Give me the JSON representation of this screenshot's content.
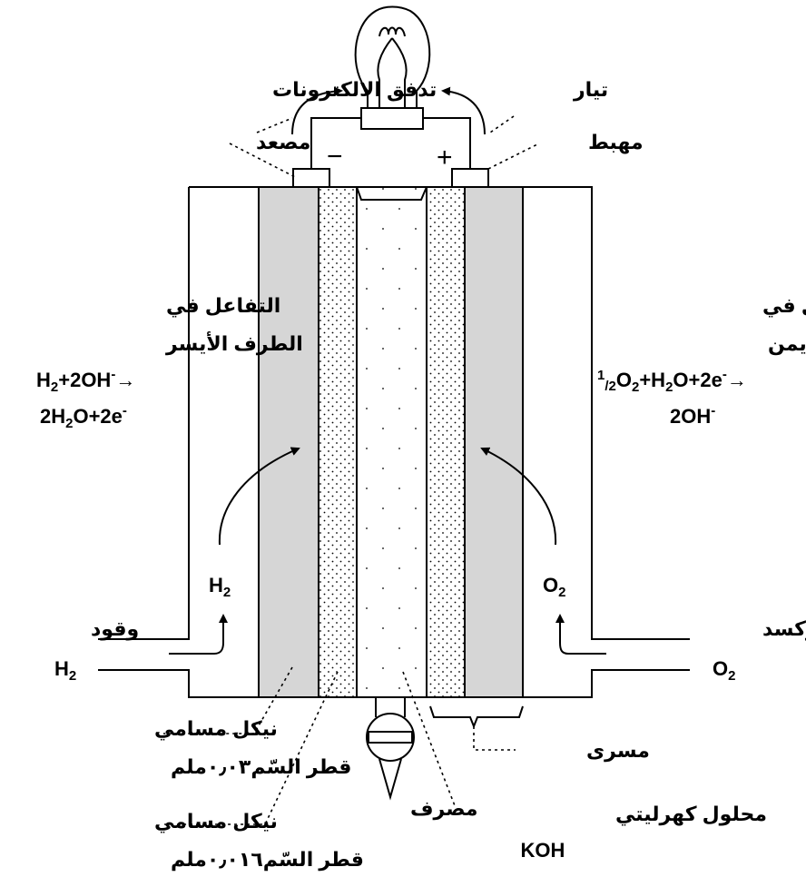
{
  "labels": {
    "electron_flow": "تدفق الالكترونات",
    "current": "تيار",
    "anode": "مصعد",
    "cathode": "مهبط",
    "minus": "−",
    "plus": "+",
    "left_reaction_title_1": "التفاعل في",
    "left_reaction_title_2": "الطرف الأيسر",
    "right_reaction_title_1": "التفاعل في",
    "right_reaction_title_2": "الطرف الأيمن",
    "h2_flow": "H",
    "h2_flow_sub": "2",
    "o2_flow": "O",
    "o2_flow_sub": "2",
    "fuel_line1": "وقود",
    "fuel_line2": "H",
    "fuel_line2_sub": "2",
    "oxidizer_line1": "مؤكسد",
    "oxidizer_line2": "O",
    "oxidizer_line2_sub": "2",
    "porous_nickel_1": "نيكل مسامي",
    "pore_diameter_1": "قطر السّم٠٫٠٣ملم",
    "porous_nickel_2": "نيكل مسامي",
    "pore_diameter_2": "قطر السّم٠٫٠١٦ملم",
    "drain": "مصرف",
    "electrolyte_line1": "محلول كهرليتي",
    "electrolyte_line2": "KOH",
    "channel": "مسرى"
  },
  "equations": {
    "left_line1": {
      "a": "H",
      "a_sub": "2",
      "b": "+2OH",
      "b_sup": "-",
      "arrow": "→"
    },
    "left_line2": {
      "a": "2H",
      "a_sub": "2",
      "b": "O+2e",
      "b_sup": "-"
    },
    "right_line1": {
      "frac_num": "1",
      "frac_den": "/2",
      "a": "O",
      "a_sub": "2",
      "b": "+H",
      "b_sub": "2",
      "c": "O+2e",
      "c_sup": "-",
      "arrow": "→"
    },
    "right_line2": {
      "a": "2OH",
      "a_sup": "-"
    }
  },
  "colors": {
    "electrode_fill": "#d6d6d6",
    "line": "#000000",
    "background": "#ffffff"
  }
}
